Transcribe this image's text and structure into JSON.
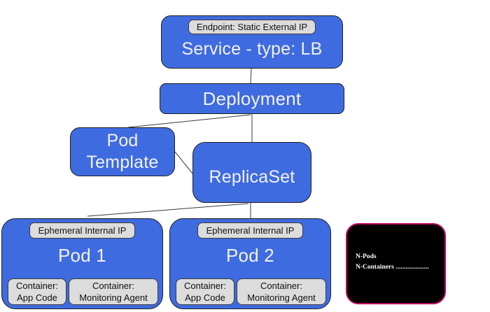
{
  "diagram": {
    "service": {
      "label": "Service - type: LB",
      "badge": "Endpoint: Static External IP"
    },
    "deployment": {
      "label": "Deployment"
    },
    "pod_template": {
      "label": "Pod Template"
    },
    "replicaset": {
      "label": "ReplicaSet"
    },
    "pods": [
      {
        "name": "Pod 1",
        "badge": "Ephemeral Internal IP",
        "containers": [
          "Container:\nApp Code",
          "Container:\nMonitoring Agent"
        ]
      },
      {
        "name": "Pod 2",
        "badge": "Ephemeral Internal IP",
        "containers": [
          "Container:\nApp Code",
          "Container:\nMonitoring Agent"
        ]
      }
    ],
    "note": {
      "line1": "N-Pods",
      "line2": "N-Containers ...................."
    },
    "colors": {
      "node_fill": "#3f6be0",
      "node_text": "#f2f2f2",
      "badge_fill": "#dcdcdc",
      "badge_text": "#111111",
      "connector": "#3a3a3a",
      "note_fill": "#000000",
      "note_border": "#c00060",
      "note_text": "#ffffff"
    }
  }
}
